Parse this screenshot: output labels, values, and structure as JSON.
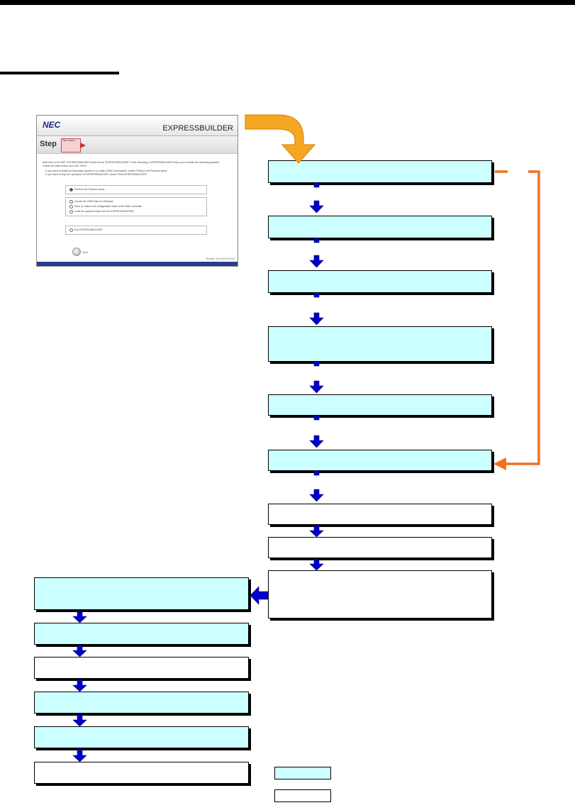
{
  "thumbnail": {
    "brand_logo": "NEC",
    "product_title": "EXPRESSBUILDER",
    "step_label": "Step",
    "step_tab_label": "Top menu",
    "intro_line_1": "Welcome to the NEC EXPRESSBUILDER (referred as \"EXPRESSBUILDER\" in the following). EXPRESSBUILDER helps you to install the Operating system.",
    "intro_line_2": "Check the radio button and click \"Next\".",
    "intro_line_3": "- If you want to install an Operating System or to build a RAID sub system, select \"Perform the Express setup\".",
    "intro_line_4": "- If you want to stop the operation of EXPRESSBUILDER, select \"Exit EXPRESSBUILDER\".",
    "option_1": "Perform the Express setup",
    "option_2": "Create the OEM-Disk for Windows",
    "option_3": "Save or restore the configuration data of the RAID controller",
    "option_4": "Load the optional driver into the EXPRESSBUILDER",
    "option_5": "Exit EXPRESSBUILDER",
    "next_button": "Next",
    "version": "Revision: 5.00-000.XXXXXX"
  },
  "colors": {
    "cyan_fill": "#ccffff",
    "blue_arrow": "#0000cc",
    "orange_arrow": "#f07020",
    "orange_curve": "#f5a623"
  }
}
